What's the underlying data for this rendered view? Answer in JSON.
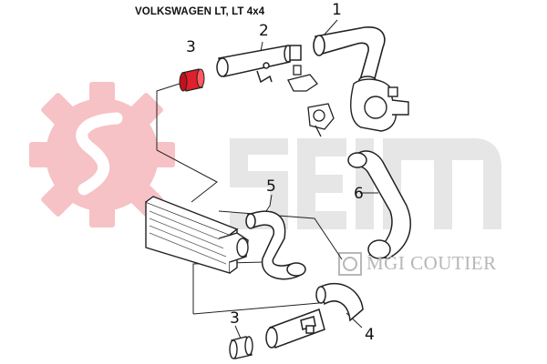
{
  "header": {
    "title": "VOLKSWAGEN LT, LT 4x4"
  },
  "callouts": [
    {
      "id": "part-1",
      "label": "1"
    },
    {
      "id": "part-2",
      "label": "2"
    },
    {
      "id": "part-3-top",
      "label": "3"
    },
    {
      "id": "part-3-bottom",
      "label": "3"
    },
    {
      "id": "part-4",
      "label": "4"
    },
    {
      "id": "part-5",
      "label": "5"
    },
    {
      "id": "part-6",
      "label": "6"
    }
  ],
  "watermark": {
    "brand": "SEIM",
    "subbrand": "MGI COUTIER",
    "colors": {
      "gear": "#f6c2c5",
      "wordmark": "#e6e6e6",
      "subbrand": "#b7b7b7"
    }
  },
  "colors": {
    "highlight_part": "#e0202c",
    "line": "#222222"
  }
}
